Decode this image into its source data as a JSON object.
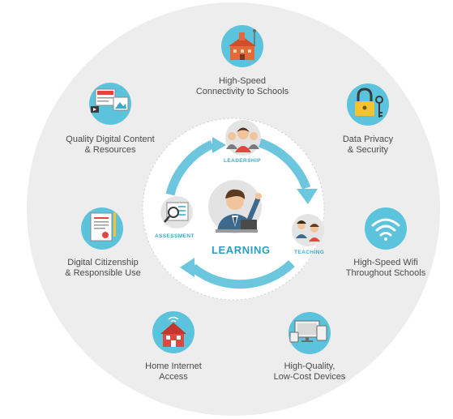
{
  "center": {
    "title": "LEARNING"
  },
  "cycle": {
    "leadership": "LEADERSHIP",
    "teaching": "TEACHING",
    "assessment": "ASSESSMENT"
  },
  "outer_items": [
    {
      "icon": "school-building-icon",
      "line1": "High-Speed",
      "line2": "Connectivity to Schools"
    },
    {
      "icon": "padlock-key-icon",
      "line1": "Data Privacy",
      "line2": "& Security"
    },
    {
      "icon": "wifi-icon",
      "line1": "High-Speed Wifi",
      "line2": "Throughout Schools"
    },
    {
      "icon": "devices-icon",
      "line1": "High-Quality,",
      "line2": "Low-Cost Devices"
    },
    {
      "icon": "home-wifi-icon",
      "line1": "Home Internet",
      "line2": "Access"
    },
    {
      "icon": "certificate-document-icon",
      "line1": "Digital Citizenship",
      "line2": "& Responsible Use"
    },
    {
      "icon": "digital-content-icon",
      "line1": "Quality Digital Content",
      "line2": "& Resources"
    }
  ],
  "colors": {
    "outer_circle": "#ececec",
    "inner_circle": "#ffffff",
    "icon_bg": "#5cc3dc",
    "arrow": "#6cc6de",
    "text": "#4a4a4a",
    "accent": "#2a9ec2"
  }
}
